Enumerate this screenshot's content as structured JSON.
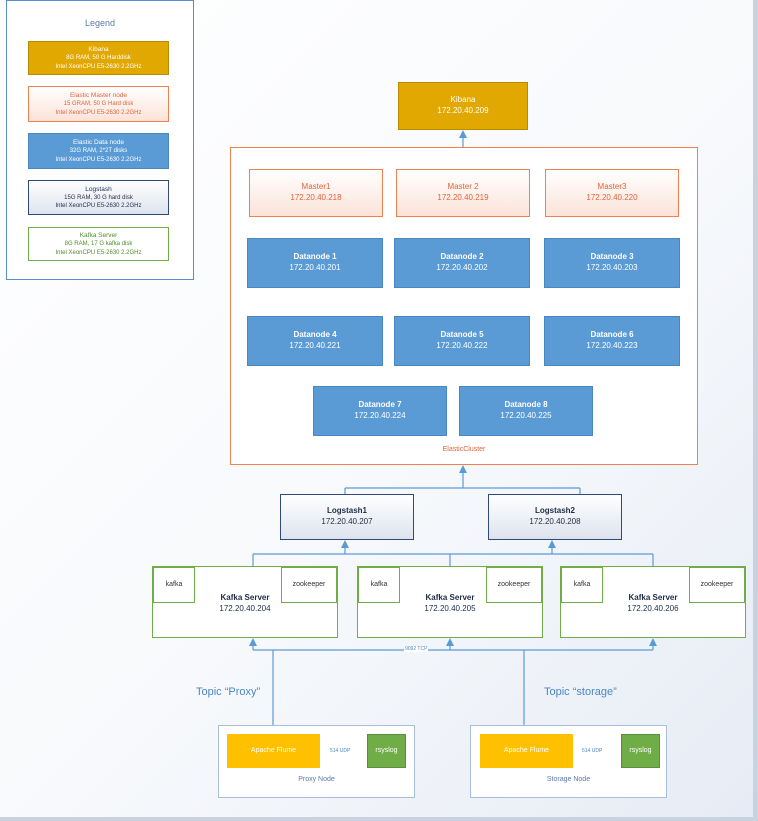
{
  "legend": {
    "title": "Legend",
    "items": [
      {
        "title": "Kibana",
        "lines": [
          "8G RAM, 50 G Harddisk",
          "Intel XeonCPU E5-2630 2.2GHz"
        ]
      },
      {
        "title": "Elastic Master node",
        "lines": [
          "15 GRAM, 50 G Hard disk",
          "Intel XeonCPU E5-2630 2.2GHz"
        ]
      },
      {
        "title": "Elastic Data node",
        "lines": [
          "32G RAM, 2*2T disks",
          "Intel XeonCPU E5-2630 2.2GHz"
        ]
      },
      {
        "title": "Logstash",
        "lines": [
          "15G RAM, 30 G hard disk",
          "Intel XeonCPU E5-2630 2.2GHz"
        ]
      },
      {
        "title": "Kafka Server",
        "lines": [
          "8G RAM, 17 G kafka disk",
          "Intel XeonCPU E5-2630 2.2GHz"
        ]
      }
    ]
  },
  "kibana": {
    "name": "Kibana",
    "ip": "172.20.40.209"
  },
  "masters": [
    {
      "name": "Master1",
      "ip": "172.20.40.218"
    },
    {
      "name": "Master 2",
      "ip": "172.20.40.219"
    },
    {
      "name": "Master3",
      "ip": "172.20.40.220"
    }
  ],
  "datanodes": [
    {
      "name": "Datanode 1",
      "ip": "172.20.40.201"
    },
    {
      "name": "Datanode 2",
      "ip": "172.20.40.202"
    },
    {
      "name": "Datanode 3",
      "ip": "172.20.40.203"
    },
    {
      "name": "Datanode 4",
      "ip": "172.20.40.221"
    },
    {
      "name": "Datanode 5",
      "ip": "172.20.40.222"
    },
    {
      "name": "Datanode 6",
      "ip": "172.20.40.223"
    },
    {
      "name": "Datanode 7",
      "ip": "172.20.40.224"
    },
    {
      "name": "Datanode 8",
      "ip": "172.20.40.225"
    }
  ],
  "cluster_label": "ElasticCluster",
  "logstash": [
    {
      "name": "Logstash1",
      "ip": "172.20.40.207"
    },
    {
      "name": "Logstash2",
      "ip": "172.20.40.208"
    }
  ],
  "kafka_servers": [
    {
      "kafka": "kafka",
      "name": "Kafka Server",
      "ip": "172.20.40.204",
      "zookeeper": "zookeeper"
    },
    {
      "kafka": "kafka",
      "name": "Kafka Server",
      "ip": "172.20.40.205",
      "zookeeper": "zookeeper"
    },
    {
      "kafka": "kafka",
      "name": "Kafka Server",
      "ip": "172.20.40.206",
      "zookeeper": "zookeeper"
    }
  ],
  "kafka_port_label": "9092 TCP",
  "topics": {
    "proxy": "Topic “Proxy”",
    "storage": "Topic “storage”"
  },
  "nodes": [
    {
      "flume": "Apache Flume",
      "port": "514 UDP",
      "rsyslog": "rsyslog",
      "label": "Proxy Node"
    },
    {
      "flume": "Apache Flume",
      "port": "514 UDP",
      "rsyslog": "rsyslog",
      "label": "Storage Node"
    }
  ],
  "colors": {
    "kibana": "#e0a800",
    "master_border": "#ef8050",
    "datanode": "#5b9bd5",
    "logstash_border": "#2f4a78",
    "kafka": "#70ad47",
    "connector": "#5b9bd5"
  }
}
